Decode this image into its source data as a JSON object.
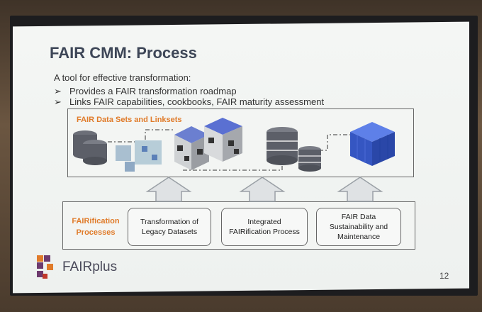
{
  "slide": {
    "title": "FAIR CMM: Process",
    "subtitle": "A tool for effective transformation:",
    "bullets": [
      "Provides a FAIR transformation roadmap",
      "Links FAIR capabilities, cookbooks, FAIR maturity assessment"
    ],
    "top_box_label": "FAIR Data Sets and Linksets",
    "process_box_label_line1": "FAIRification",
    "process_box_label_line2": "Processes",
    "processes": [
      {
        "line1": "Transformation of",
        "line2": "Legacy Datasets",
        "line3": ""
      },
      {
        "line1": "Integrated",
        "line2": "FAIRification Process",
        "line3": ""
      },
      {
        "line1": "FAIR Data",
        "line2": "Sustainability and",
        "line3": "Maintenance"
      }
    ],
    "brand": "FAIRplus",
    "page_number": "12"
  },
  "colors": {
    "title": "#3d4657",
    "accent_orange": "#e07b2a",
    "cube_blue": "#3f5fd0",
    "cylinder_gray": "#6c6f78"
  },
  "icons": [
    "bullet-arrow-icon",
    "database-icon",
    "cube-icon",
    "up-arrow-icon",
    "fairplus-logo-icon"
  ]
}
